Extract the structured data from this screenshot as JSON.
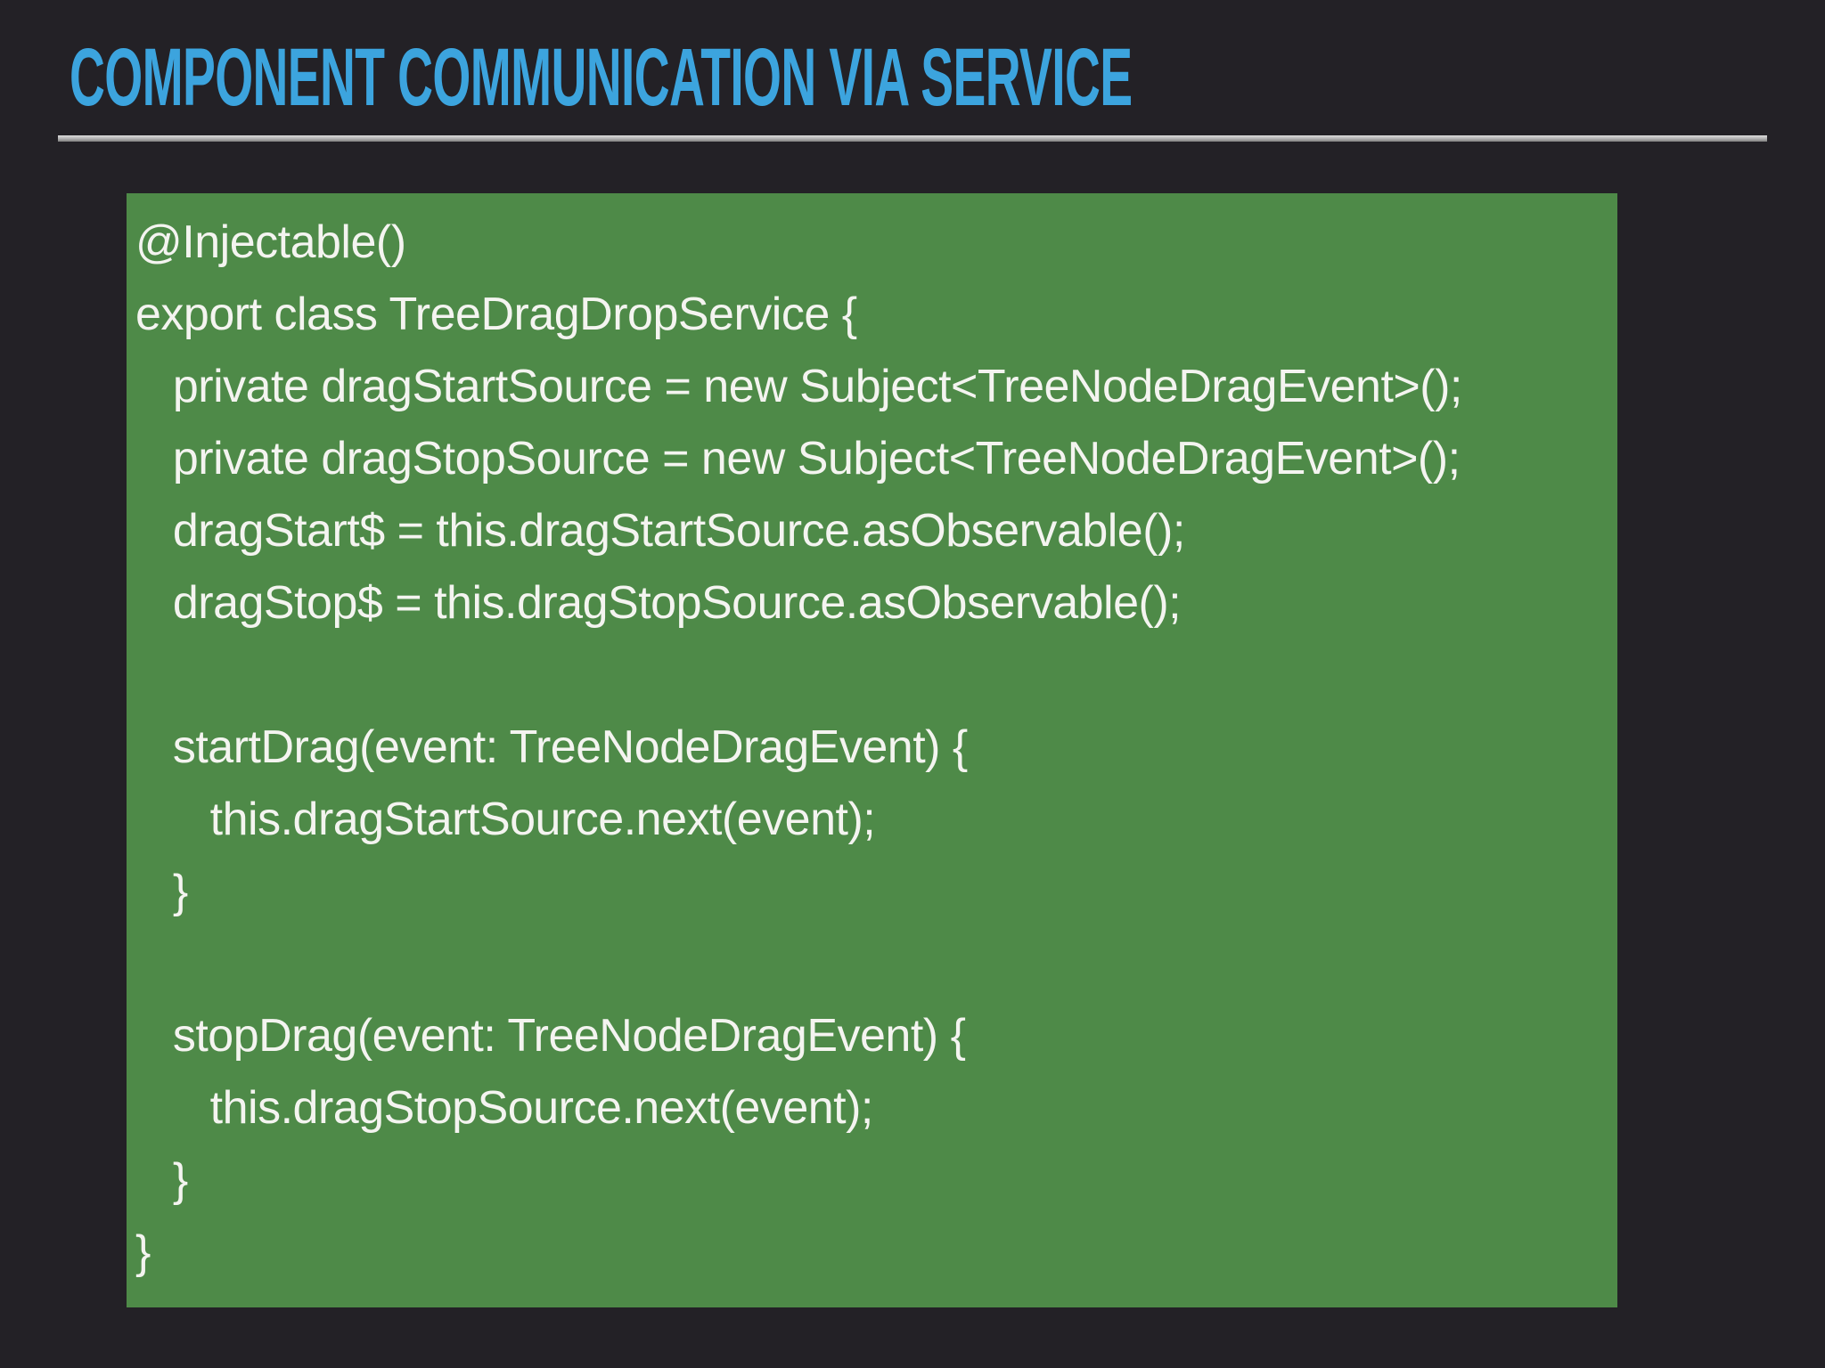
{
  "page": {
    "background_color": "#232126"
  },
  "header": {
    "title": "COMPONENT COMMUNICATION VIA SERVICE",
    "title_color": "#3ca4de",
    "underline_color": "#b9b9b9"
  },
  "code_panel": {
    "background_color": "#4e8a48",
    "text_color": "#f4f4f0",
    "language": "typescript",
    "lines": [
      "@Injectable()",
      "export class TreeDragDropService {",
      "   private dragStartSource = new Subject<TreeNodeDragEvent>();",
      "   private dragStopSource = new Subject<TreeNodeDragEvent>();",
      "   dragStart$ = this.dragStartSource.asObservable();",
      "   dragStop$ = this.dragStopSource.asObservable();",
      "",
      "   startDrag(event: TreeNodeDragEvent) {",
      "      this.dragStartSource.next(event);",
      "   }",
      "",
      "   stopDrag(event: TreeNodeDragEvent) {",
      "      this.dragStopSource.next(event);",
      "   }",
      "}"
    ]
  }
}
